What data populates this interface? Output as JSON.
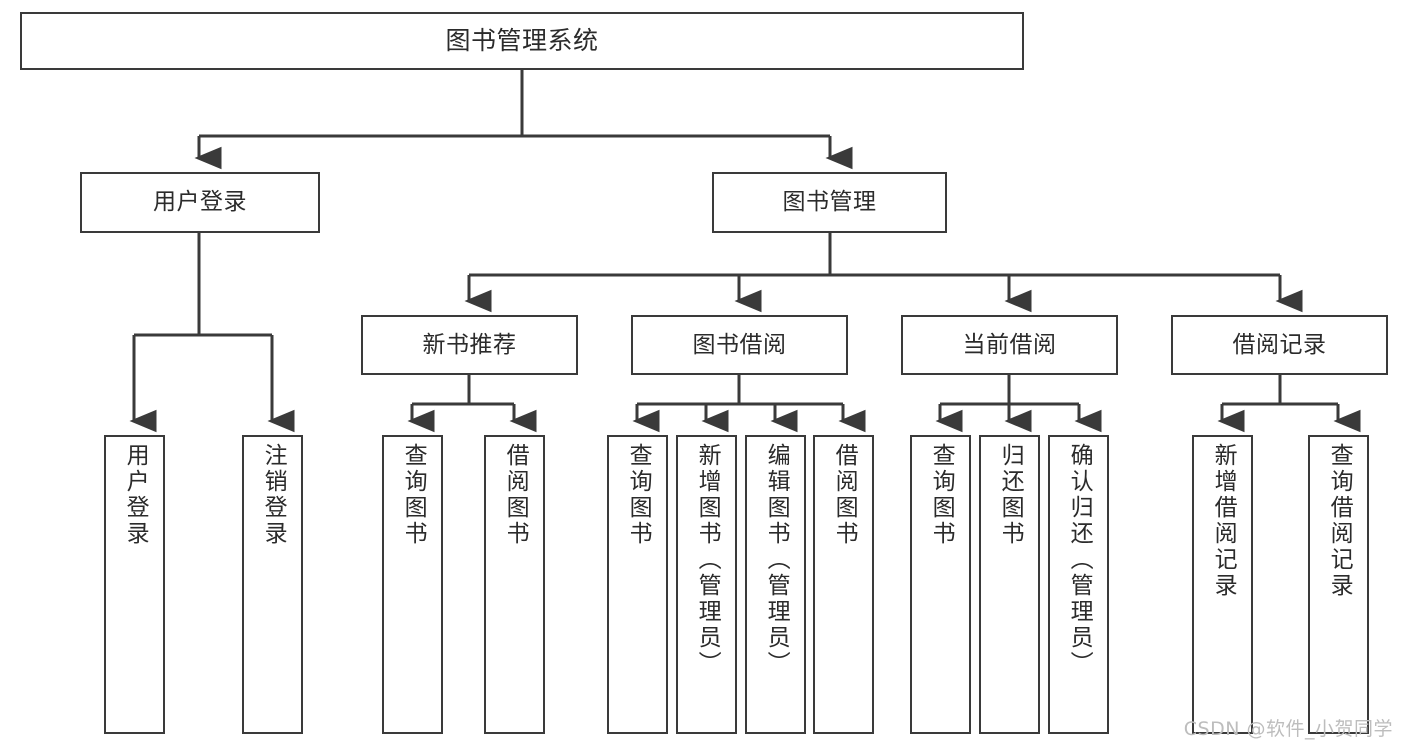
{
  "diagram": {
    "title": "图书管理系统",
    "type": "tree-hierarchy-diagram",
    "colors": {
      "box_border": "#3a3a3a",
      "box_fill": "#ffffff",
      "connector": "#3a3a3a",
      "text": "#2b2b2b",
      "watermark": "#bdbdbd",
      "background": "#ffffff"
    },
    "root": {
      "label": "图书管理系统"
    },
    "level1": [
      {
        "label": "用户登录"
      },
      {
        "label": "图书管理"
      }
    ],
    "level2": [
      {
        "label": "新书推荐"
      },
      {
        "label": "图书借阅"
      },
      {
        "label": "当前借阅"
      },
      {
        "label": "借阅记录"
      }
    ],
    "leaves": {
      "user_login": [
        {
          "label": "用户登录"
        },
        {
          "label": "注销登录"
        }
      ],
      "new_book_recommend": [
        {
          "label": "查询图书"
        },
        {
          "label": "借阅图书"
        }
      ],
      "book_borrow": [
        {
          "label": "查询图书"
        },
        {
          "label": "新增图书（管理员）"
        },
        {
          "label": "编辑图书（管理员）"
        },
        {
          "label": "借阅图书"
        }
      ],
      "current_borrow": [
        {
          "label": "查询图书"
        },
        {
          "label": "归还图书"
        },
        {
          "label": "确认归还（管理员）"
        }
      ],
      "borrow_record": [
        {
          "label": "新增借阅记录"
        },
        {
          "label": "查询借阅记录"
        }
      ]
    }
  },
  "watermark": {
    "text": "CSDN @软件_小贺同学"
  }
}
